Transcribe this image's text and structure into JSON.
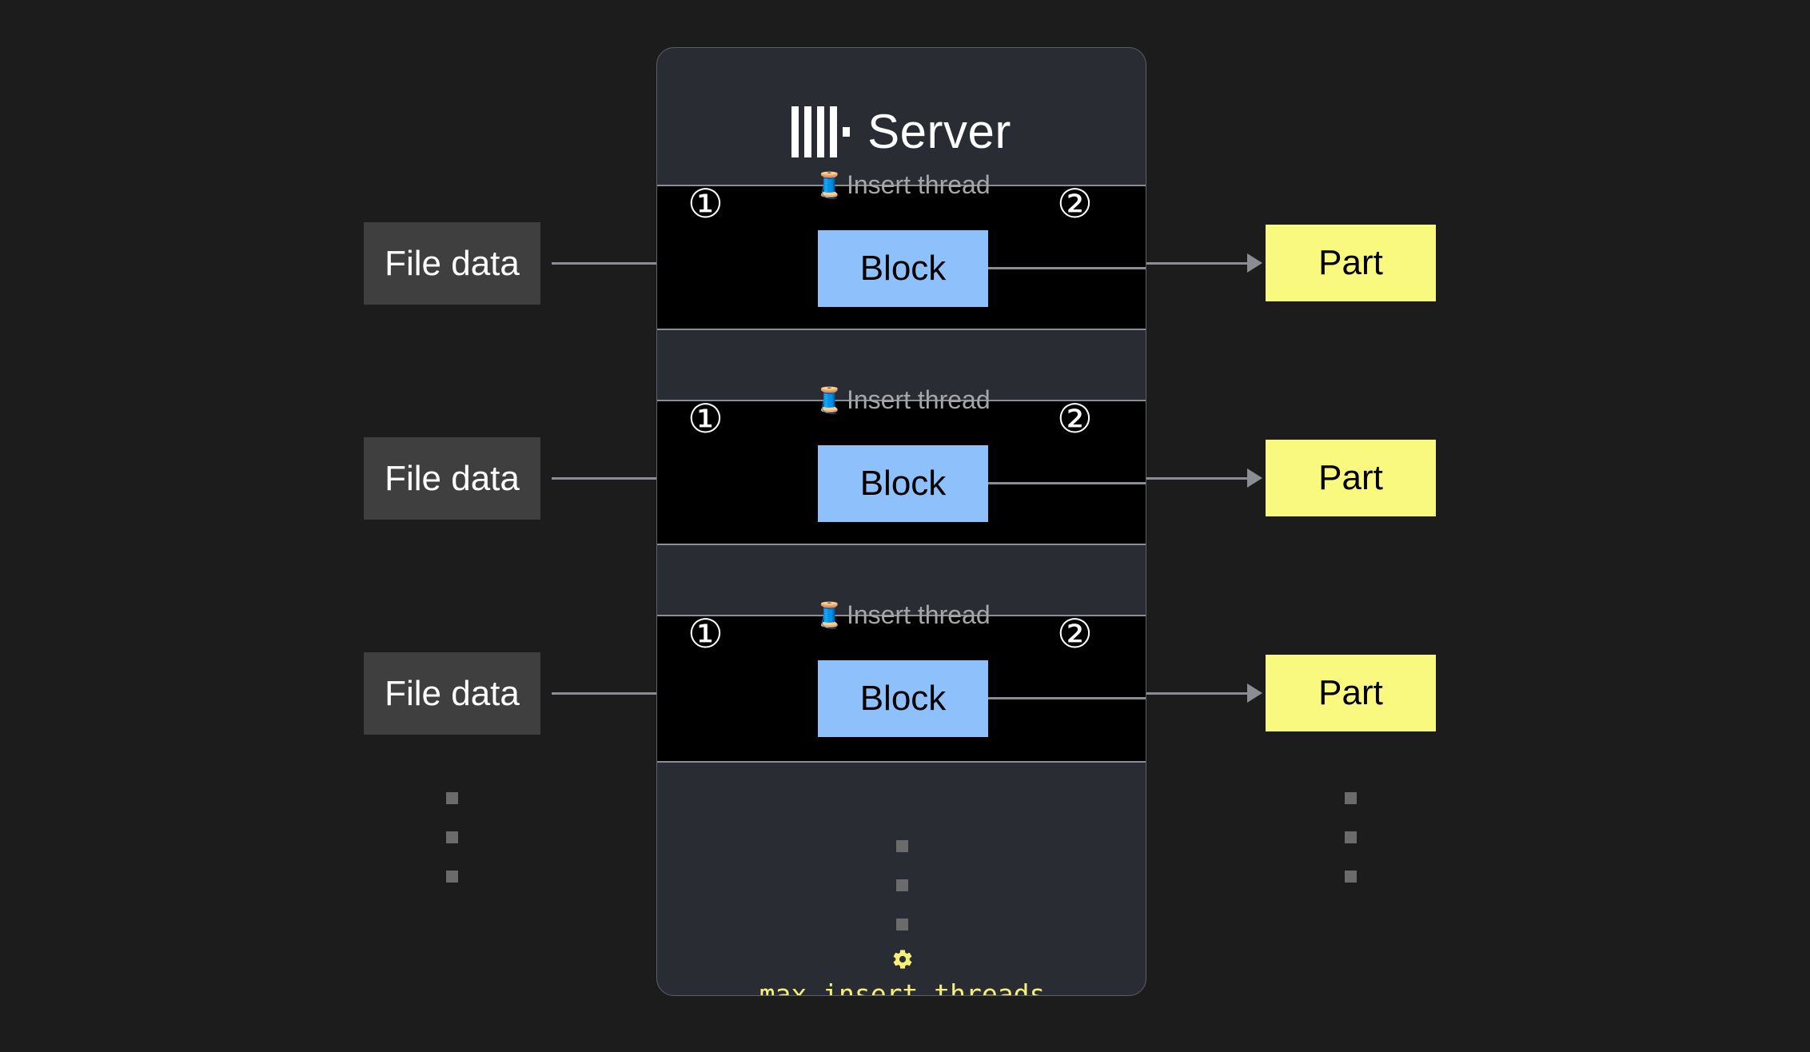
{
  "server": {
    "title": "Server",
    "logo_icon": "clickhouse-bars-logo",
    "setting": {
      "icon": "gear-icon",
      "name": "max_insert_threads",
      "color": "#f6f07a"
    }
  },
  "threads": [
    {
      "label": "Insert thread",
      "icon": "thread-spool-icon",
      "step_in": "①",
      "step_out": "②",
      "block_label": "Block",
      "source_label": "File data",
      "target_label": "Part"
    },
    {
      "label": "Insert thread",
      "icon": "thread-spool-icon",
      "step_in": "①",
      "step_out": "②",
      "block_label": "Block",
      "source_label": "File data",
      "target_label": "Part"
    },
    {
      "label": "Insert thread",
      "icon": "thread-spool-icon",
      "step_in": "①",
      "step_out": "②",
      "block_label": "Block",
      "source_label": "File data",
      "target_label": "Part"
    }
  ],
  "colors": {
    "background": "#1c1c1c",
    "card": "#2a2c33",
    "band": "#000000",
    "block": "#8ec0fc",
    "part": "#faf97f",
    "file": "#3f3f3f",
    "line": "#8a8d93",
    "setting_text": "#f6f07a",
    "label_text": "#a6a6a6"
  },
  "ellipsis": {
    "count": 3,
    "note": "continuation squares"
  }
}
